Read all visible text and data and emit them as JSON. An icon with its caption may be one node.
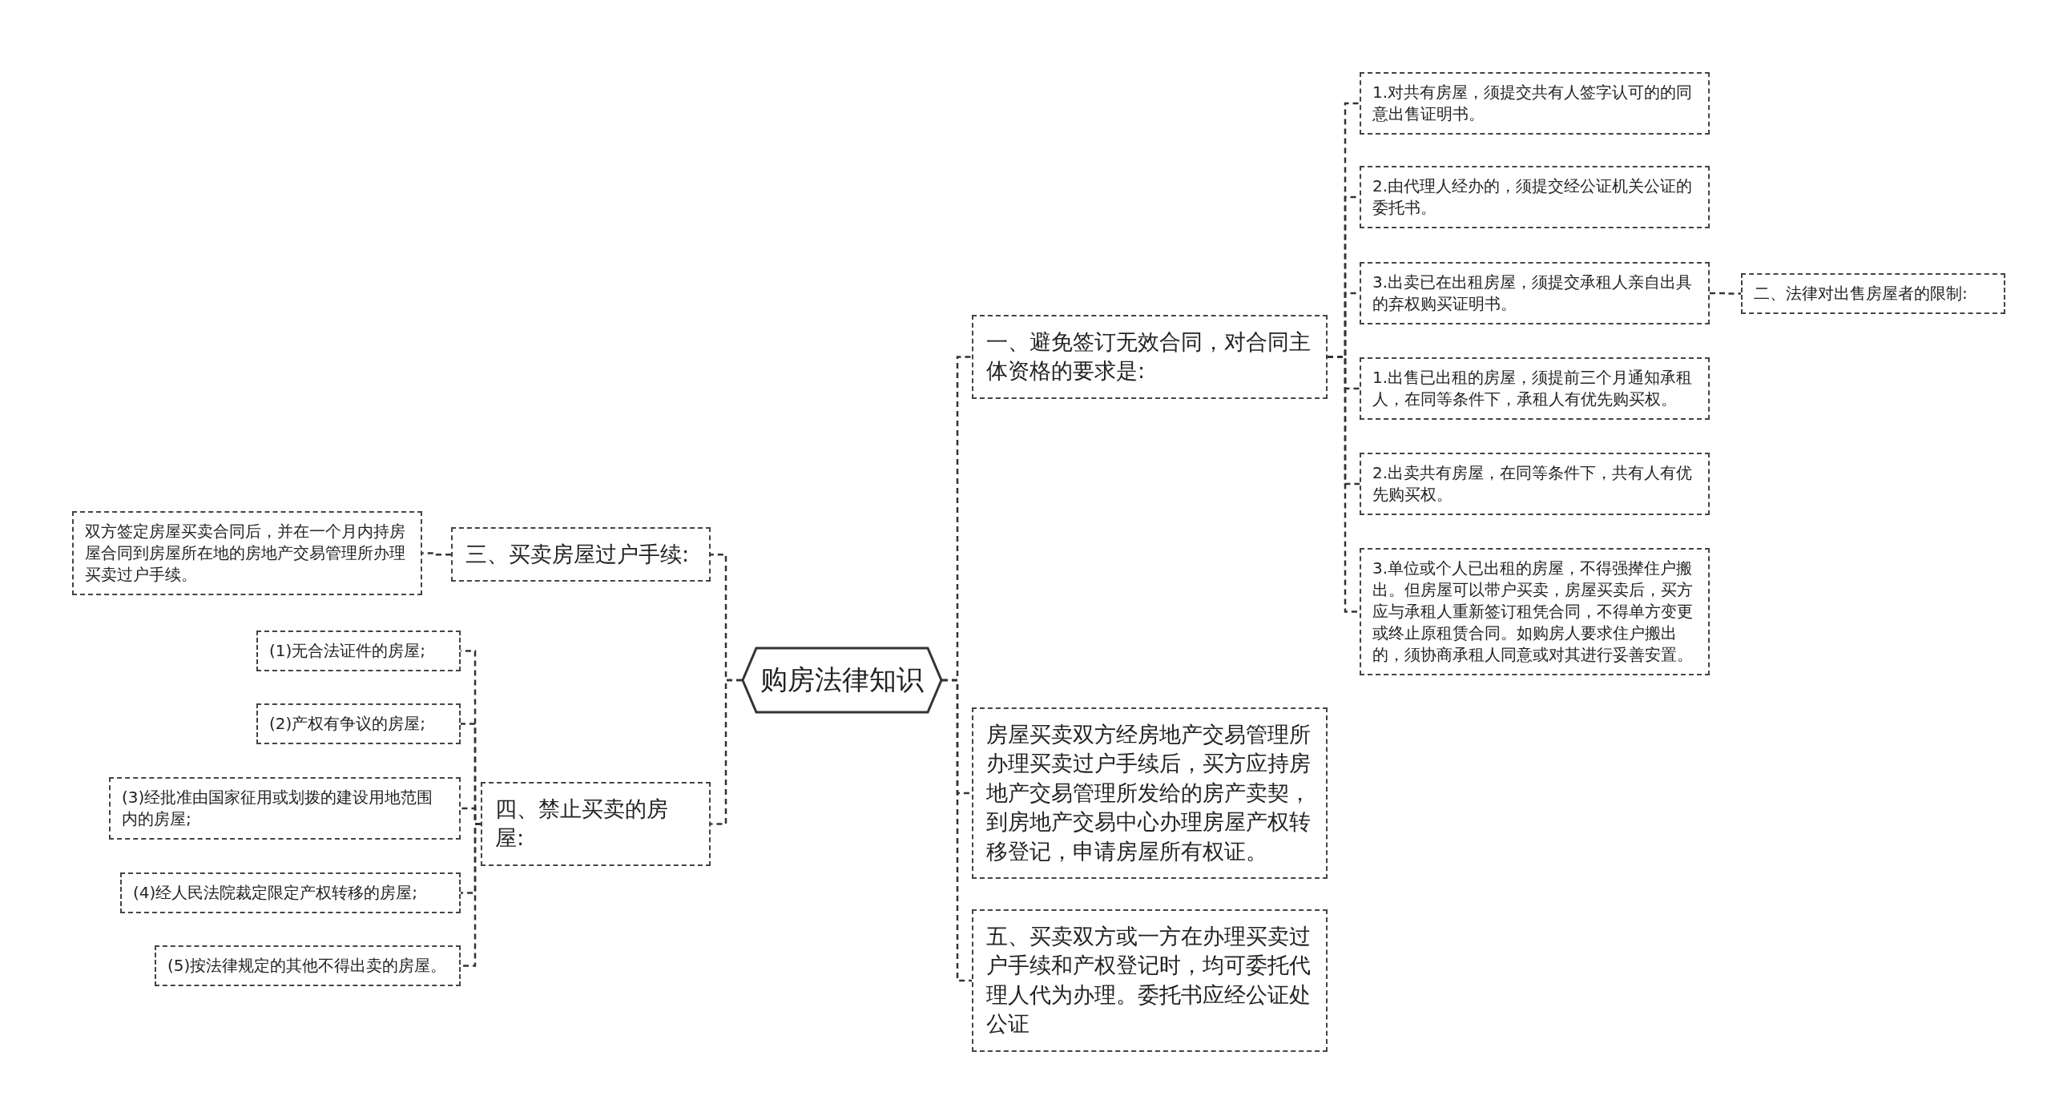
{
  "diagram": {
    "nodes": [
      {
        "text": [
          "购房法律知识"
        ]
      },
      {
        "text": [
          "三、买卖房屋过户手续:"
        ]
      },
      {
        "text": [
          "双方签定房屋买卖合同后，并在一个月内持房屋合同到房屋所在地的房地产交易管理所办理买卖过户手续。"
        ]
      },
      {
        "text": [
          "四、禁止买卖的房屋:"
        ]
      },
      {
        "text": [
          "(1)无合法证件的房屋;"
        ]
      },
      {
        "text": [
          "(2)产权有争议的房屋;"
        ]
      },
      {
        "text": [
          "(3)经批准由国家征用或划拨的建设用地范围内的房屋;"
        ]
      },
      {
        "text": [
          "(4)经人民法院裁定限定产权转移的房屋;"
        ]
      },
      {
        "text": [
          "(5)按法律规定的其他不得出卖的房屋。"
        ]
      },
      {
        "text": [
          "一、避免签订无效合同，对合同主体资格的要求是:"
        ]
      },
      {
        "text": [
          "1.对共有房屋，须提交共有人签字认可的的同意出售证明书。"
        ]
      },
      {
        "text": [
          "2.由代理人经办的，须提交经公证机关公证的委托书。"
        ]
      },
      {
        "text": [
          "3.出卖已在出租房屋，须提交承租人亲自出具的弃权购买证明书。"
        ]
      },
      {
        "text": [
          "1.出售已出租的房屋，须提前三个月通知承租人，在同等条件下，承租人有优先购买权。"
        ]
      },
      {
        "text": [
          "2.出卖共有房屋，在同等条件下，共有人有优先购买权。"
        ]
      },
      {
        "text": [
          "3.单位或个人已出租的房屋，不得强撵住户搬出。但房屋可以带户买卖，房屋买卖后，买方应与承租人重新签订租凭合同，不得单方变更或终止原租赁合同。如购房人要求住户搬出的，须协商承租人同意或对其进行妥善安置。"
        ]
      },
      {
        "text": [
          "二、法律对出售房屋者的限制:"
        ]
      },
      {
        "text": [
          "房屋买卖双方经房地产交易管理所办理买卖过户手续后，买方应持房地产交易管理所发给的房产卖契，到房地产交易中心办理房屋产权转移登记，申请房屋所有权证。"
        ]
      },
      {
        "text": [
          "五、买卖双方或一方在办理买卖过户手续和产权登记时，均可委托代理人代为办理。委托书应经公证处公证"
        ]
      }
    ],
    "edges": [
      {
        "from": 0,
        "to": 1,
        "arrow": "none"
      },
      {
        "from": 0,
        "to": 3,
        "arrow": "none"
      },
      {
        "from": 1,
        "to": 2,
        "arrow": "none"
      },
      {
        "from": 3,
        "to": 4,
        "arrow": "none"
      },
      {
        "from": 3,
        "to": 5,
        "arrow": "none"
      },
      {
        "from": 3,
        "to": 6,
        "arrow": "none"
      },
      {
        "from": 3,
        "to": 7,
        "arrow": "none"
      },
      {
        "from": 3,
        "to": 8,
        "arrow": "none"
      },
      {
        "from": 0,
        "to": 9,
        "arrow": "none"
      },
      {
        "from": 0,
        "to": 17,
        "arrow": "none"
      },
      {
        "from": 0,
        "to": 18,
        "arrow": "none"
      },
      {
        "from": 9,
        "to": 10,
        "arrow": "none"
      },
      {
        "from": 9,
        "to": 11,
        "arrow": "none"
      },
      {
        "from": 9,
        "to": 12,
        "arrow": "none"
      },
      {
        "from": 9,
        "to": 13,
        "arrow": "none"
      },
      {
        "from": 9,
        "to": 14,
        "arrow": "none"
      },
      {
        "from": 9,
        "to": 15,
        "arrow": "none"
      },
      {
        "from": 12,
        "to": 16,
        "arrow": "none"
      }
    ]
  }
}
